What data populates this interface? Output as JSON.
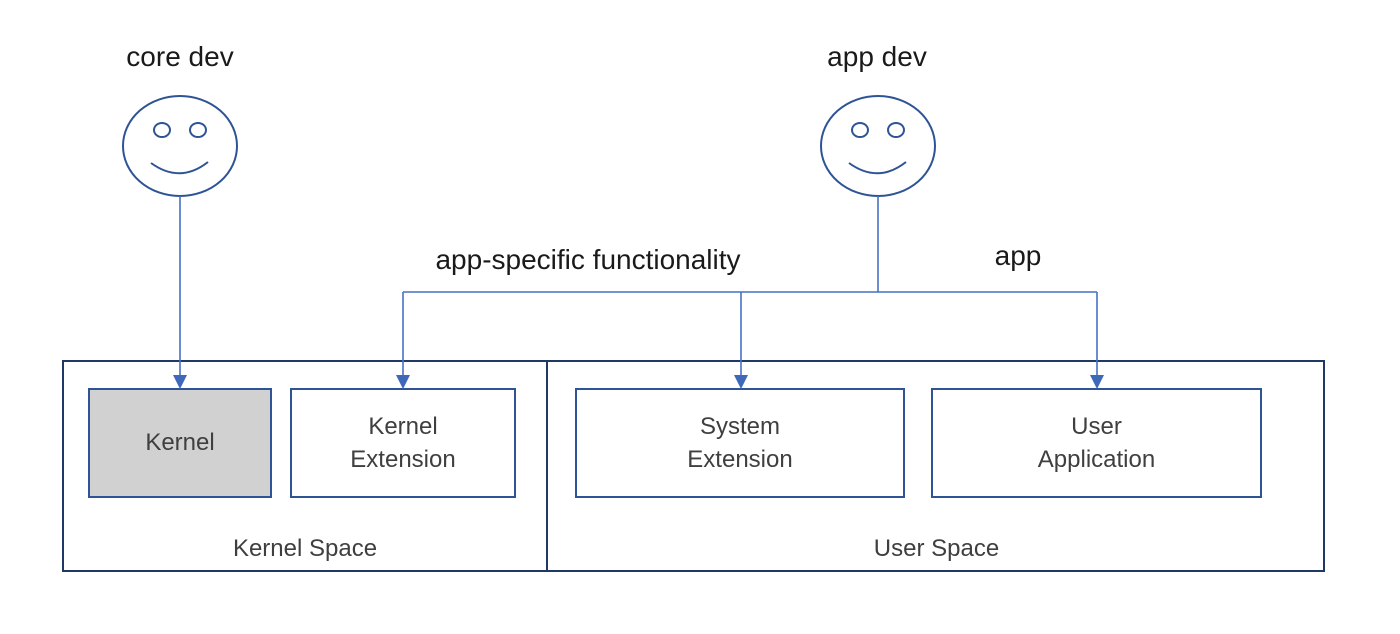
{
  "colors": {
    "background": "#ffffff",
    "line_blue": "#4472c4",
    "arrow_blue": "#3e69bb",
    "shape_blue": "#2e5496",
    "container_navy": "#1f3864",
    "kernel_fill": "#d1d1d1",
    "heading_text": "#1a1a1a",
    "label_text": "#3f3f3f"
  },
  "actors": [
    {
      "label": "core dev"
    },
    {
      "label": "app dev"
    }
  ],
  "connector_labels": [
    {
      "label": "app-specific functionality"
    },
    {
      "label": "app"
    }
  ],
  "containers": [
    {
      "label": "Kernel Space",
      "boxes": [
        {
          "label": "Kernel"
        },
        {
          "label": "Kernel\nExtension"
        }
      ]
    },
    {
      "label": "User Space",
      "boxes": [
        {
          "label": "System\nExtension"
        },
        {
          "label": "User\nApplication"
        }
      ]
    }
  ]
}
